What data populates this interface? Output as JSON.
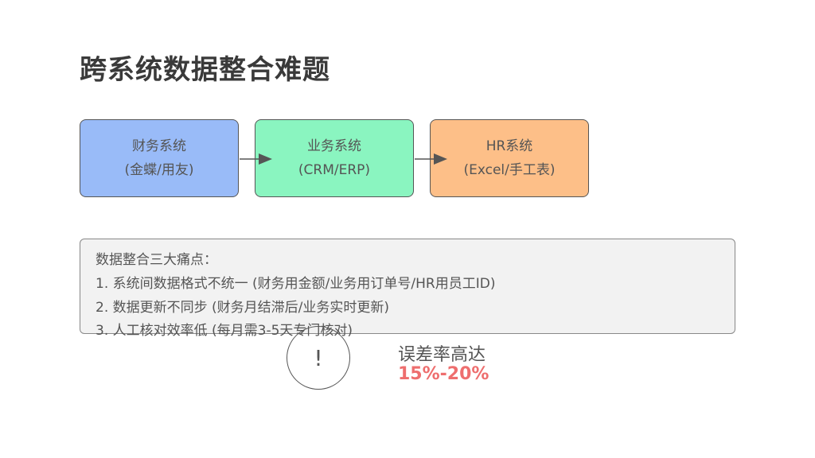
{
  "title": "跨系统数据整合难题",
  "systems": [
    {
      "name": "财务系统",
      "detail": "(金蝶/用友)",
      "color": "#99bbf8"
    },
    {
      "name": "业务系统",
      "detail": "(CRM/ERP)",
      "color": "#8af5c0"
    },
    {
      "name": "HR系统",
      "detail": "(Excel/手工表)",
      "color": "#fdbf88"
    }
  ],
  "pain_points": {
    "heading": "数据整合三大痛点：",
    "items": [
      "1. 系统间数据格式不统一 (财务用金额/业务用订单号/HR用员工ID)",
      "2. 数据更新不同步 (财务月结滞后/业务实时更新)",
      "3. 人工核对效率低 (每月需3-5天专门核对)"
    ]
  },
  "warning": {
    "icon": "!",
    "label": "误差率高达",
    "value": "15%-20%",
    "value_color": "#ee6e6e"
  }
}
